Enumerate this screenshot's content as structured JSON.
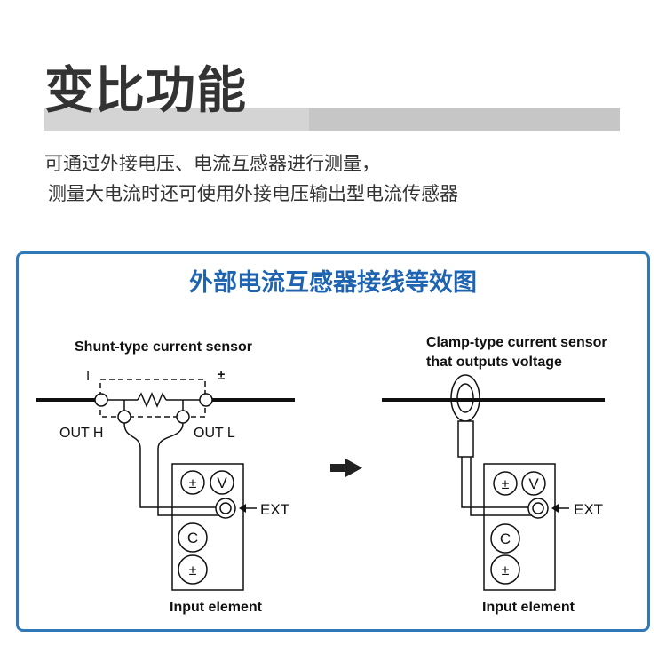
{
  "header": {
    "title": "变比功能",
    "description_lines": [
      "可通过外接电压、电流互感器进行测量，",
      "测量大电流时还可使用外接电压输出型电流传感器"
    ]
  },
  "diagram": {
    "title": "外部电流互感器接线等效图",
    "left": {
      "label": "Shunt-type current sensor",
      "terminal_i": "I",
      "terminal_pm": "±",
      "out_h": "OUT H",
      "out_l": "OUT L",
      "ext_label": "EXT",
      "element_label": "Input element",
      "jacks": [
        "±",
        "V",
        "C",
        "±"
      ]
    },
    "arrow": "right-arrow",
    "right": {
      "label_line1": "Clamp-type current sensor",
      "label_line2": "that outputs voltage",
      "ext_label": "EXT",
      "element_label": "Input element",
      "jacks": [
        "±",
        "V",
        "C",
        "±"
      ]
    },
    "colors": {
      "frame": "#3178b8",
      "title": "#1f64b0",
      "heading_text": "#333333"
    }
  }
}
